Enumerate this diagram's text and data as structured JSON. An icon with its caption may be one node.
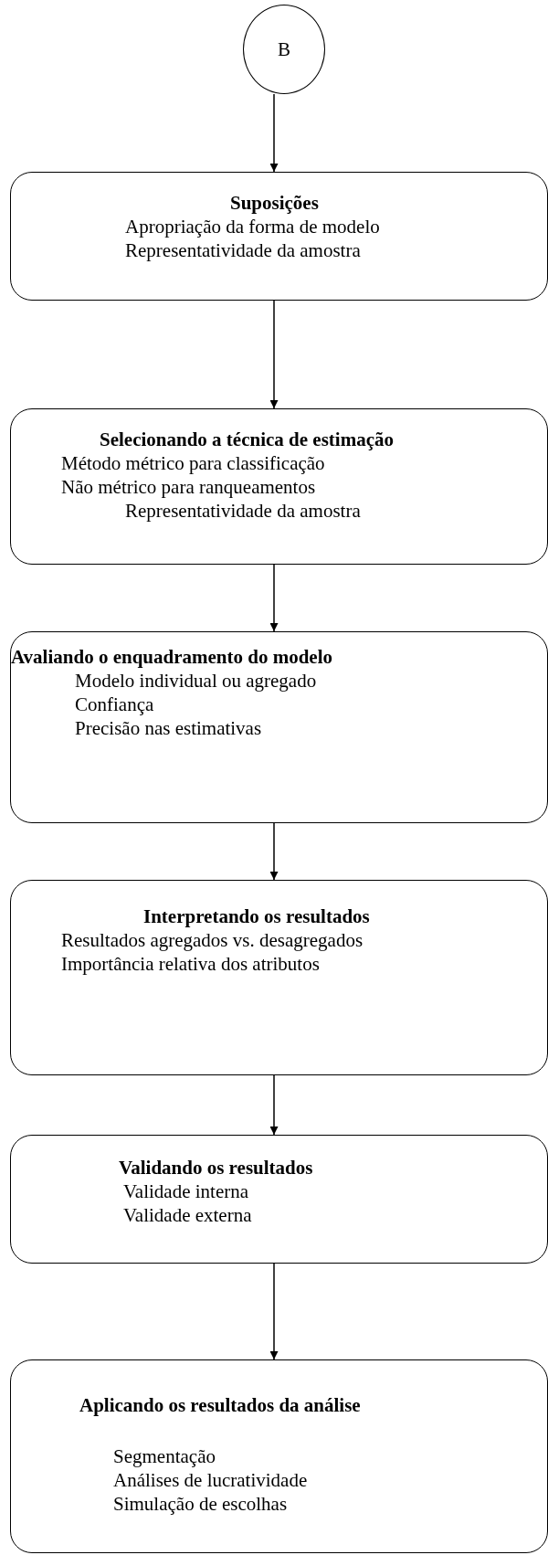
{
  "diagram": {
    "nodes": [
      {
        "text": [
          "B"
        ]
      },
      {
        "text": [
          "Suposições",
          "Apropriação da forma de modelo",
          "Representatividade da amostra"
        ]
      },
      {
        "text": [
          "Selecionando a técnica de estimação",
          "Método métrico para classificação",
          "Não métrico para ranqueamentos",
          "Representatividade da amostra"
        ]
      },
      {
        "text": [
          "Avaliando o enquadramento do modelo",
          "Modelo individual ou agregado",
          "Confiança",
          "Precisão nas estimativas"
        ]
      },
      {
        "text": [
          "Interpretando os resultados",
          "Resultados agregados vs. desagregados",
          "Importância relativa dos atributos"
        ]
      },
      {
        "text": [
          "Validando os resultados",
          "Validade interna",
          "Validade externa"
        ]
      },
      {
        "text": [
          "Aplicando os resultados da análise",
          "Segmentação",
          "Análises de lucratividade",
          "Simulação de escolhas"
        ]
      }
    ],
    "edges": [
      {
        "from": 0,
        "to": 1,
        "arrow": "to"
      },
      {
        "from": 1,
        "to": 2,
        "arrow": "to"
      },
      {
        "from": 2,
        "to": 3,
        "arrow": "to"
      },
      {
        "from": 3,
        "to": 4,
        "arrow": "to"
      },
      {
        "from": 4,
        "to": 5,
        "arrow": "to"
      },
      {
        "from": 5,
        "to": 6,
        "arrow": "to"
      }
    ]
  }
}
